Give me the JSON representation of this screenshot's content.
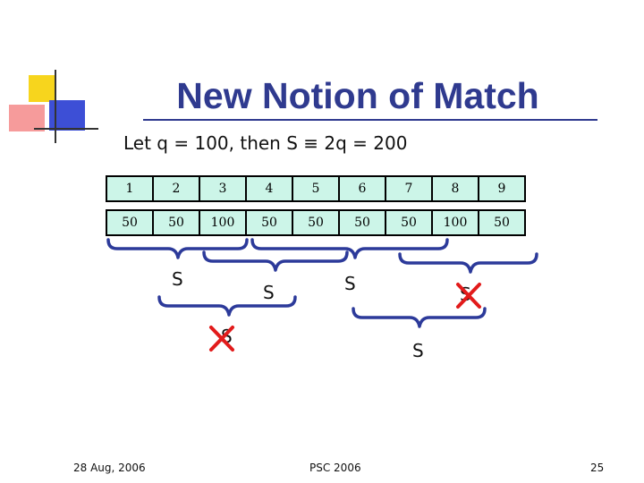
{
  "slide": {
    "title": "New Notion of Match",
    "subtitle": "Let q = 100, then S ≡ 2q = 200"
  },
  "table": {
    "positions": [
      "1",
      "2",
      "3",
      "4",
      "5",
      "6",
      "7",
      "8",
      "9"
    ],
    "values": [
      "50",
      "50",
      "100",
      "50",
      "50",
      "50",
      "50",
      "100",
      "50"
    ]
  },
  "labels": {
    "s_1": "S",
    "s_2": "S",
    "s_3": "S",
    "s_4": "S",
    "s_5": "S",
    "s_6": "S"
  },
  "footer": {
    "date": "28 Aug, 2006",
    "conference": "PSC 2006",
    "page": "25"
  },
  "colors": {
    "title": "#2f3a8f",
    "brace": "#2c3a9a",
    "cell_fill": "#ccf5e8",
    "cross": "#e21b1b"
  }
}
